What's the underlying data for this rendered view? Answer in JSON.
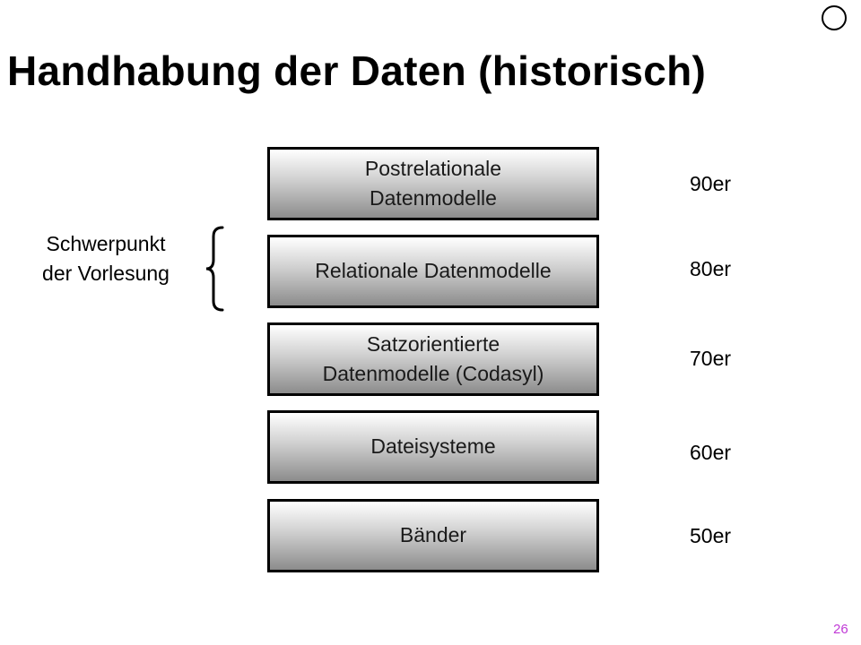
{
  "slide": {
    "title": "Handhabung der Daten (historisch)",
    "page_number": "26"
  },
  "focus": {
    "label": "Schwerpunkt\nder Vorlesung"
  },
  "layers": [
    {
      "label": "Postrelationale\nDatenmodelle",
      "era": "90er"
    },
    {
      "label": "Relationale Datenmodelle",
      "era": "80er"
    },
    {
      "label": "Satzorientierte\nDatenmodelle  (Codasyl)",
      "era": "70er"
    },
    {
      "label": "Dateisysteme",
      "era": "60er"
    },
    {
      "label": "Bänder",
      "era": "50er"
    }
  ],
  "icons": {
    "corner": "circle-icon",
    "grouping": "curly-brace-icon"
  },
  "colors": {
    "text": "#000000",
    "box_border": "#000000",
    "box_gradient_top": "#ffffff",
    "box_gradient_bottom": "#8c8c8c",
    "page_number": "#c03ad6"
  }
}
